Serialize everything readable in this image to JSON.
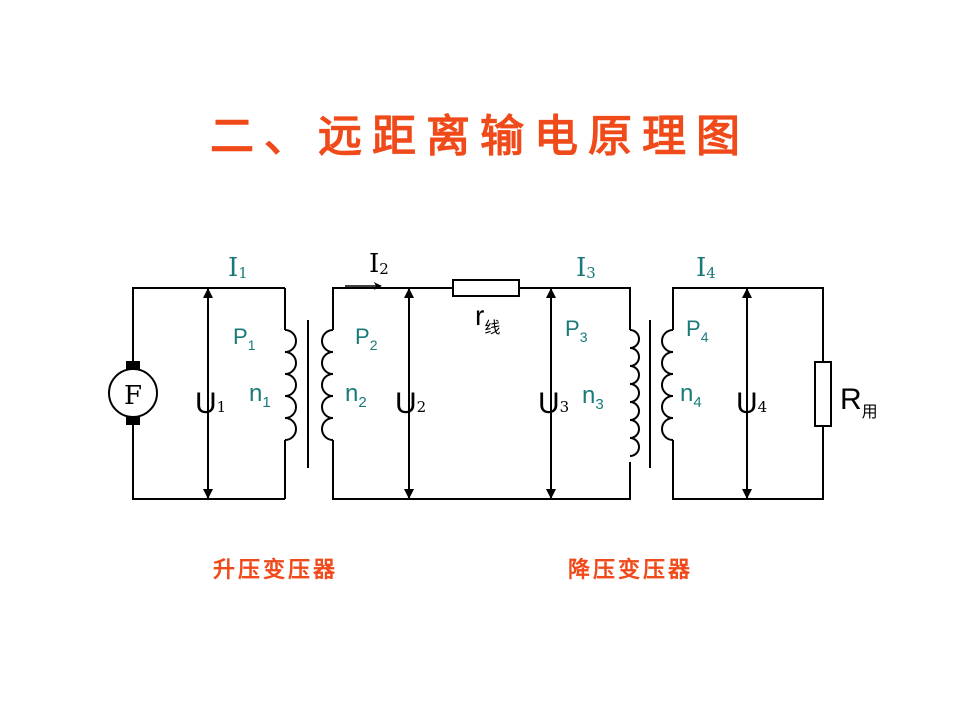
{
  "title": "二、远距离输电原理图",
  "captions": {
    "step_up": "升压变压器",
    "step_down": "降压变压器"
  },
  "generator": {
    "label": "F"
  },
  "currents": [
    {
      "main": "I",
      "sub": "1"
    },
    {
      "main": "I",
      "sub": "2"
    },
    {
      "main": "I",
      "sub": "3"
    },
    {
      "main": "I",
      "sub": "4"
    }
  ],
  "powers": [
    {
      "main": "P",
      "sub": "1"
    },
    {
      "main": "P",
      "sub": "2"
    },
    {
      "main": "P",
      "sub": "3"
    },
    {
      "main": "P",
      "sub": "4"
    }
  ],
  "turns": [
    {
      "main": "n",
      "sub": "1"
    },
    {
      "main": "n",
      "sub": "2"
    },
    {
      "main": "n",
      "sub": "3"
    },
    {
      "main": "n",
      "sub": "4"
    }
  ],
  "voltages": [
    {
      "main": "U",
      "sub": "1"
    },
    {
      "main": "U",
      "sub": "2"
    },
    {
      "main": "U",
      "sub": "3"
    },
    {
      "main": "U",
      "sub": "4"
    }
  ],
  "line_resistor": {
    "main": "r",
    "sub": "线"
  },
  "load_resistor": {
    "main": "R",
    "sub": "用"
  },
  "colors": {
    "title": "#f04a1a",
    "teal": "#1a7a7a",
    "wire": "#000000"
  }
}
